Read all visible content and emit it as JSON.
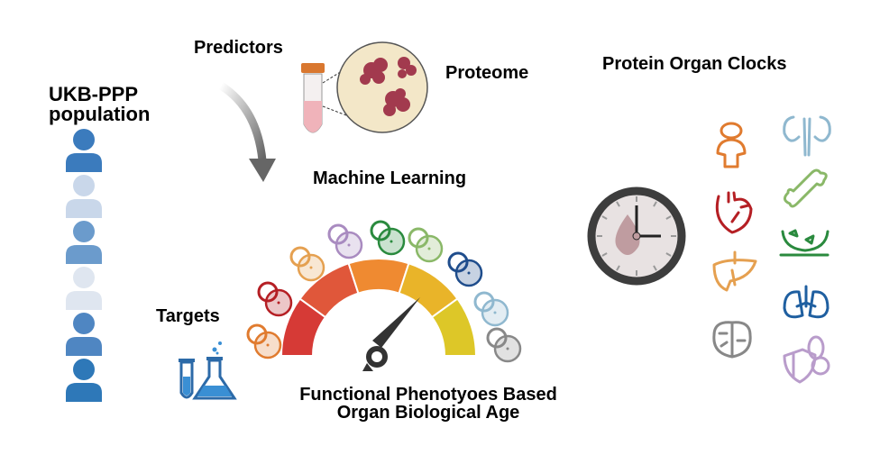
{
  "labels": {
    "population": "UKB-PPP population",
    "population_line1": "UKB-PPP",
    "population_line2": "population",
    "predictors": "Predictors",
    "proteome": "Proteome",
    "machine_learning": "Machine Learning",
    "targets": "Targets",
    "organ_age_line1": "Functional Phenotyoes Based",
    "organ_age_line2": "Organ Biological Age",
    "protein_clocks": "Protein Organ Clocks"
  },
  "colors": {
    "gauge_segments": [
      "#d63a36",
      "#e0573a",
      "#ef8a31",
      "#e9b429",
      "#ddc728"
    ],
    "person_colors": [
      "#3b7bbd",
      "#c9d7ea",
      "#6b9bcc",
      "#dfe6f0",
      "#4f86c2",
      "#2e78b8"
    ],
    "organ_clocks": [
      {
        "organ": "body",
        "color": "#e07b2f"
      },
      {
        "organ": "heart",
        "color": "#b51f24"
      },
      {
        "organ": "liver",
        "color": "#e5a050"
      },
      {
        "organ": "immune",
        "color": "#a98bc0"
      },
      {
        "organ": "intestine",
        "color": "#2a8a3e"
      },
      {
        "organ": "bone",
        "color": "#8ab868"
      },
      {
        "organ": "lung",
        "color": "#1f4d8c"
      },
      {
        "organ": "kidney",
        "color": "#8fb8cf"
      },
      {
        "organ": "brain",
        "color": "#888888"
      }
    ]
  },
  "legend_icons": [
    "body-icon",
    "kidney-icon",
    "heart-icon",
    "bone-icon",
    "liver-icon",
    "intestine-icon",
    "brain-icon",
    "lung-icon",
    "immune-icon"
  ]
}
